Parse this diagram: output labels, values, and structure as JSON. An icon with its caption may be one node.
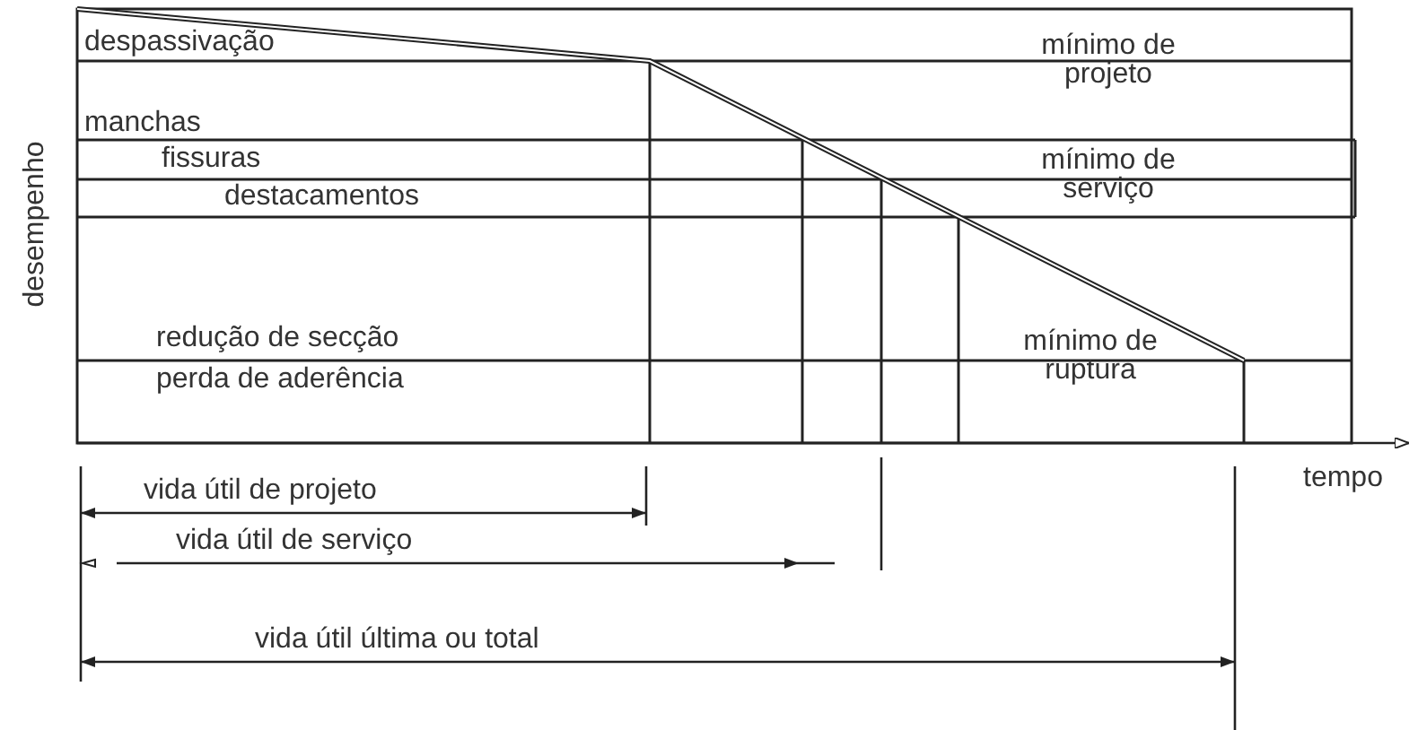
{
  "diagram": {
    "labels": [
      "desempenho",
      "despassivação",
      "mínimo de projeto",
      "manchas",
      "fissuras",
      "mínimo de serviço",
      "destacamentos",
      "redução de secção",
      "mínimo de ruptura",
      "perda de aderência",
      "tempo",
      "vida útil de projeto",
      "vida útil de serviço",
      "vida útil última ou total"
    ]
  }
}
